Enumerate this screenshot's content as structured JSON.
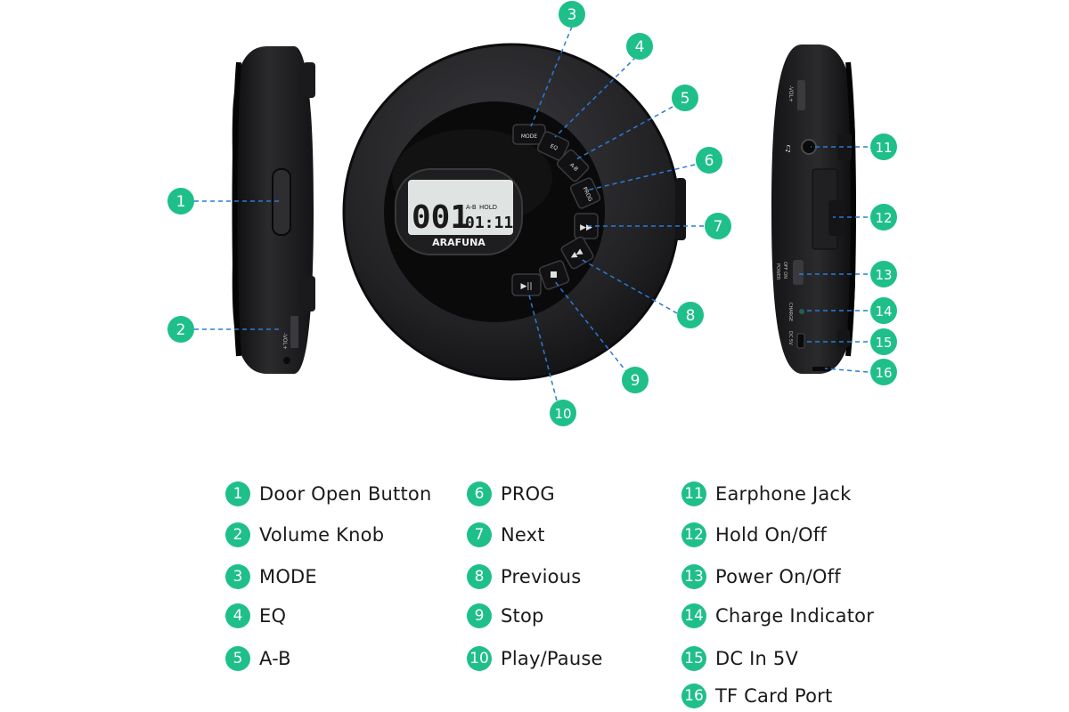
{
  "brand": "ARAFUNA",
  "lcd": {
    "track": "001",
    "time": "01:11",
    "indicator_ab": "A-B",
    "indicator_hold": "HOLD"
  },
  "device_labels": {
    "mode": "MODE",
    "eq": "EQ",
    "ab": "A-B",
    "prog": "PROG",
    "vol": "-VOL+",
    "power": "POWER",
    "off_on": "OFF ON",
    "charge": "CHARGE",
    "dc5v": "DC 5V"
  },
  "callouts": [
    "1",
    "2",
    "3",
    "4",
    "5",
    "6",
    "7",
    "8",
    "9",
    "10",
    "11",
    "12",
    "13",
    "14",
    "15",
    "16"
  ],
  "legend": [
    {
      "num": "1",
      "label": "Door Open Button"
    },
    {
      "num": "2",
      "label": "Volume Knob"
    },
    {
      "num": "3",
      "label": "MODE"
    },
    {
      "num": "4",
      "label": "EQ"
    },
    {
      "num": "5",
      "label": "A-B"
    },
    {
      "num": "6",
      "label": "PROG"
    },
    {
      "num": "7",
      "label": "Next"
    },
    {
      "num": "8",
      "label": "Previous"
    },
    {
      "num": "9",
      "label": "Stop"
    },
    {
      "num": "10",
      "label": "Play/Pause"
    },
    {
      "num": "11",
      "label": "Earphone Jack"
    },
    {
      "num": "12",
      "label": "Hold On/Off"
    },
    {
      "num": "13",
      "label": "Power On/Off"
    },
    {
      "num": "14",
      "label": "Charge Indicator"
    },
    {
      "num": "15",
      "label": "DC In 5V"
    },
    {
      "num": "16",
      "label": "TF Card Port"
    }
  ],
  "colors": {
    "accent": "#1fbf8a",
    "leader": "#2a7bd6",
    "device": "#1b1b1d"
  }
}
